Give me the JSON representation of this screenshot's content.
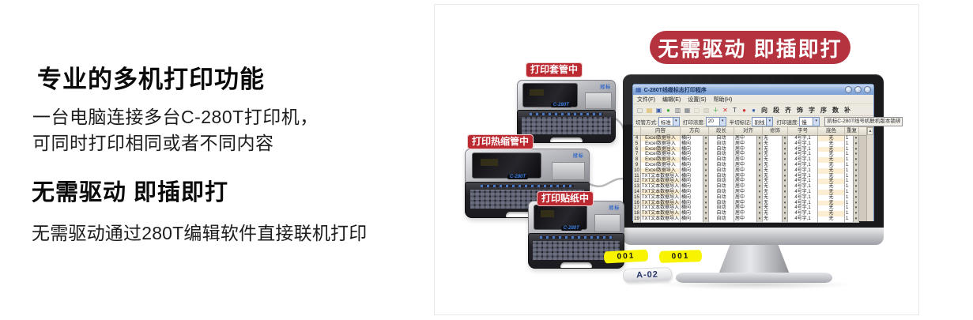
{
  "left_panel": {
    "title": "专业的多机打印功能",
    "description_line1": "一台电脑连接多台C-280T打印机，",
    "description_line2": "可同时打印相同或者不同内容",
    "subtitle": "无需驱动 即插即打",
    "subtitle_description": "无需驱动通过280T编辑软件直接联机打印"
  },
  "right_panel": {
    "headline_badge": "无需驱动 即插即打",
    "printer_badges": [
      "打印套管中",
      "打印热缩管中",
      "打印贴纸中"
    ],
    "device": {
      "brand": "冠标",
      "model": "C-280T"
    },
    "samples": {
      "label1": "001",
      "label2": "001",
      "tube": "A-02"
    },
    "software": {
      "window_title": "C-280T线缆标志打印程序",
      "menus": [
        "文件(F)",
        "编辑(E)",
        "设置(S)",
        "帮助(H)"
      ],
      "toolbar_icons": [
        {
          "name": "new-file-icon",
          "glyph": "▢",
          "color": "#8b8f99"
        },
        {
          "name": "open-folder-icon",
          "glyph": "▤",
          "color": "#d8a93c"
        },
        {
          "name": "save-icon",
          "glyph": "▣",
          "color": "#3a5fa8"
        },
        {
          "name": "insert-object-icon",
          "glyph": "●",
          "color": "#3fae3f"
        },
        {
          "name": "print-preview-icon",
          "glyph": "▥",
          "color": "#707580"
        },
        {
          "name": "print-icon",
          "glyph": "▦",
          "color": "#707580"
        },
        {
          "name": "copy-icon",
          "glyph": "▢",
          "color": "#c6c0b0"
        },
        {
          "name": "paste-icon",
          "glyph": "▧",
          "color": "#c6c0b0"
        },
        {
          "name": "add-row-icon",
          "glyph": "＋",
          "color": "#2fa52f"
        },
        {
          "name": "delete-row-icon",
          "glyph": "✕",
          "color": "#d23333"
        },
        {
          "name": "font-icon",
          "glyph": "T",
          "color": "#3b4250"
        },
        {
          "name": "move-up-icon",
          "glyph": "●",
          "color": "#d23333"
        },
        {
          "name": "move-down-icon",
          "glyph": "●",
          "color": "#3a5fa8"
        }
      ],
      "toolbar_buttons": [
        "向",
        "段",
        "齐",
        "饰",
        "字",
        "序",
        "数",
        "补"
      ],
      "settings": [
        {
          "label": "切管方式:",
          "value": "标准"
        },
        {
          "label": "打印浓度:",
          "value": "20"
        },
        {
          "label": "半切标记:",
          "value": "割线"
        },
        {
          "label": "打印速度:",
          "value": "慢"
        }
      ],
      "status_text": "凯标C-280T线号机联机版本锁绑",
      "scroll_up_glyph": "▲",
      "table": {
        "headers": [
          "内容",
          "方向",
          "段长",
          "对齐",
          "修饰",
          "字号",
          "底色",
          "重复"
        ],
        "rows": [
          {
            "n": "4",
            "cells": [
              "Excel数据导入",
              "横向",
              "自动",
              "居中",
              "无",
              "4号字,1",
              "无",
              "1"
            ]
          },
          {
            "n": "5",
            "cells": [
              "Excel数据导入",
              "横向",
              "自动",
              "居中",
              "无",
              "4号字,1",
              "无",
              "1"
            ]
          },
          {
            "n": "6",
            "cells": [
              "Excel数据导入",
              "横向",
              "自动",
              "居中",
              "无",
              "4号字,1",
              "无",
              "1"
            ]
          },
          {
            "n": "7",
            "cells": [
              "Excel数据导入",
              "横向",
              "自动",
              "居中",
              "无",
              "4号字,1",
              "无",
              "1"
            ]
          },
          {
            "n": "8",
            "cells": [
              "Excel数据导入",
              "横向",
              "自动",
              "居中",
              "无",
              "4号字,1",
              "无",
              "1"
            ]
          },
          {
            "n": "9",
            "cells": [
              "Excel数据导入",
              "横向",
              "自动",
              "居中",
              "无",
              "4号字,1",
              "无",
              "1"
            ]
          },
          {
            "n": "10",
            "cells": [
              "Excel数据导入",
              "横向",
              "自动",
              "居中",
              "无",
              "4号字,1",
              "无",
              "1"
            ]
          },
          {
            "n": "11",
            "cells": [
              "TXT文本数据导入",
              "横向",
              "自动",
              "居中",
              "无",
              "4号字,1",
              "无",
              "1"
            ]
          },
          {
            "n": "12",
            "cells": [
              "TXT文本数据导入",
              "横向",
              "自动",
              "居中",
              "无",
              "4号字,1",
              "无",
              "1"
            ]
          },
          {
            "n": "13",
            "cells": [
              "TXT文本数据导入",
              "横向",
              "自动",
              "居中",
              "无",
              "4号字,1",
              "无",
              "1"
            ]
          },
          {
            "n": "14",
            "cells": [
              "TXT文本数据导入",
              "横向",
              "自动",
              "居中",
              "无",
              "4号字,1",
              "无",
              "1"
            ]
          },
          {
            "n": "15",
            "cells": [
              "TXT文本数据导入",
              "横向",
              "自动",
              "居中",
              "无",
              "4号字,1",
              "无",
              "1"
            ]
          },
          {
            "n": "16",
            "cells": [
              "TXT文本数据导入",
              "横向",
              "自动",
              "居中",
              "无",
              "4号字,1",
              "无",
              "1"
            ]
          },
          {
            "n": "17",
            "cells": [
              "TXT文本数据导入",
              "横向",
              "自动",
              "居中",
              "无",
              "4号字,1",
              "无",
              "1"
            ]
          },
          {
            "n": "18",
            "cells": [
              "TXT文本数据导入",
              "横向",
              "自动",
              "居中",
              "无",
              "4号字,1",
              "无",
              "1"
            ]
          },
          {
            "n": "19",
            "cells": [
              "TXT文本数据导入",
              "横向",
              "自动",
              "居中",
              "无",
              "4号字,1",
              "无",
              "1"
            ]
          }
        ]
      }
    },
    "colors": {
      "badge_red": "#b4333e",
      "label_red": "#bb2a30",
      "sample_yellow": "#f8f400",
      "tube_text_navy": "#27356b"
    }
  }
}
